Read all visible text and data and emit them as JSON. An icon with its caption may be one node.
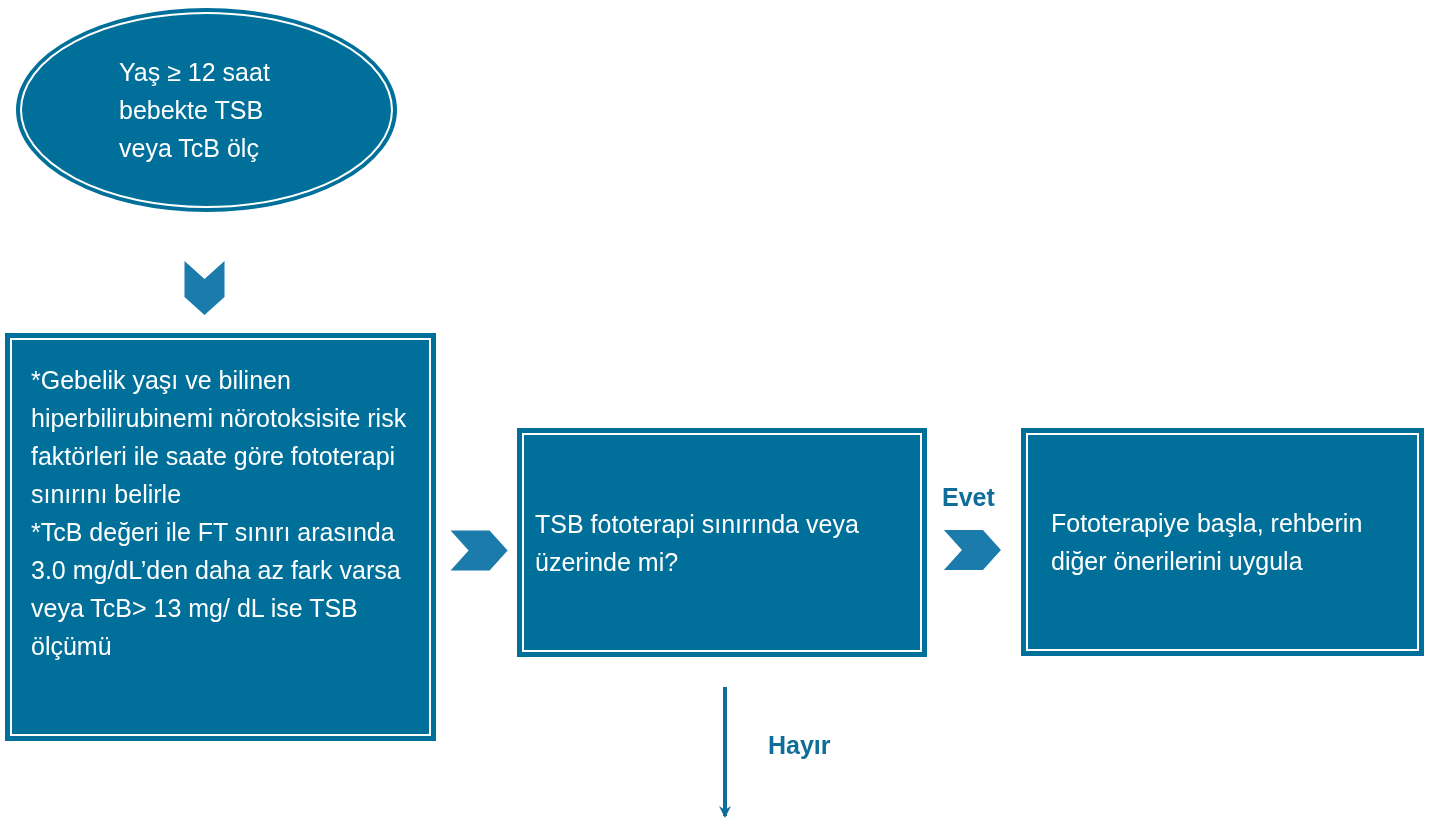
{
  "diagram": {
    "nodes": [
      {
        "text": [
          "Yaş ≥ 12 saat bebekte TSB veya TcB ölç"
        ]
      },
      {
        "text": [
          "*Gebelik yaşı ve bilinen hiperbilirubinemi nörotoksisite risk faktörleri ile saate göre fototerapi sınırını belirle",
          "*TcB değeri ile FT sınırı arasında 3.0 mg/dL’den daha az fark varsa veya TcB> 13 mg/ dL ise TSB ölçümü"
        ]
      },
      {
        "text": [
          "TSB fototerapi sınırında veya üzerinde mi?"
        ]
      },
      {
        "text": [
          "Fototerapiye başla, rehberin diğer önerilerini uygula"
        ]
      }
    ],
    "edges": [
      {
        "from": 0,
        "to": 1,
        "arrow": "to"
      },
      {
        "from": 1,
        "to": 2,
        "arrow": "to"
      },
      {
        "from": 2,
        "to": 3,
        "arrow": "to",
        "label": "Evet"
      },
      {
        "from": 2,
        "to": null,
        "arrow": "to",
        "label": "Hayır"
      }
    ]
  }
}
